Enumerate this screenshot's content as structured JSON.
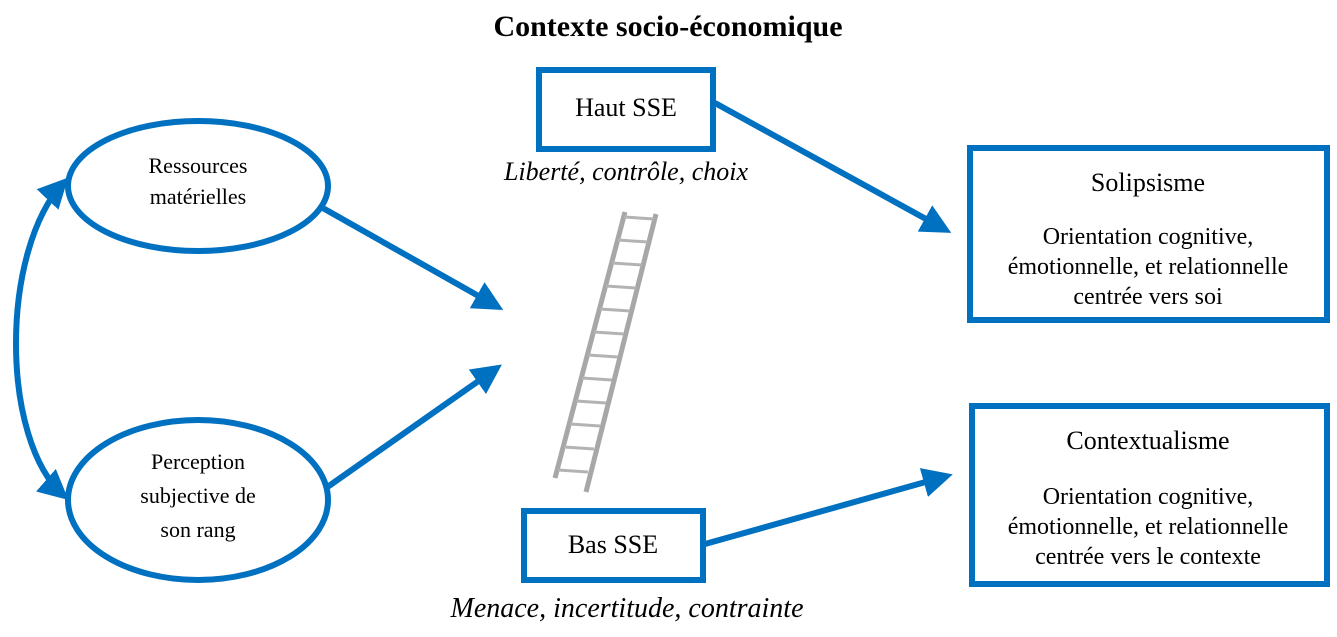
{
  "title": "Contexte socio-économique",
  "colors": {
    "accent": "#0070C0",
    "text": "#000000",
    "ladder": "#8a8a8a",
    "background": "#ffffff"
  },
  "ellipses": {
    "resources": {
      "lines": [
        "Ressources",
        "matérielles"
      ]
    },
    "perception": {
      "lines": [
        "Perception",
        "subjective de",
        "son rang"
      ]
    }
  },
  "ses": {
    "high": {
      "label": "Haut SSE",
      "caption": "Liberté, contrôle, choix"
    },
    "low": {
      "label": "Bas SSE",
      "caption": "Menace, incertitude, contrainte"
    }
  },
  "outcomes": {
    "solipsism": {
      "title": "Solipsisme",
      "description": [
        "Orientation cognitive,",
        "émotionnelle, et relationnelle",
        "centrée vers soi"
      ]
    },
    "contextualism": {
      "title": "Contextualisme",
      "description": [
        "Orientation cognitive,",
        "émotionnelle, et relationnelle",
        "centrée vers le contexte"
      ]
    }
  },
  "icons": {
    "ladder": "ladder-icon"
  }
}
